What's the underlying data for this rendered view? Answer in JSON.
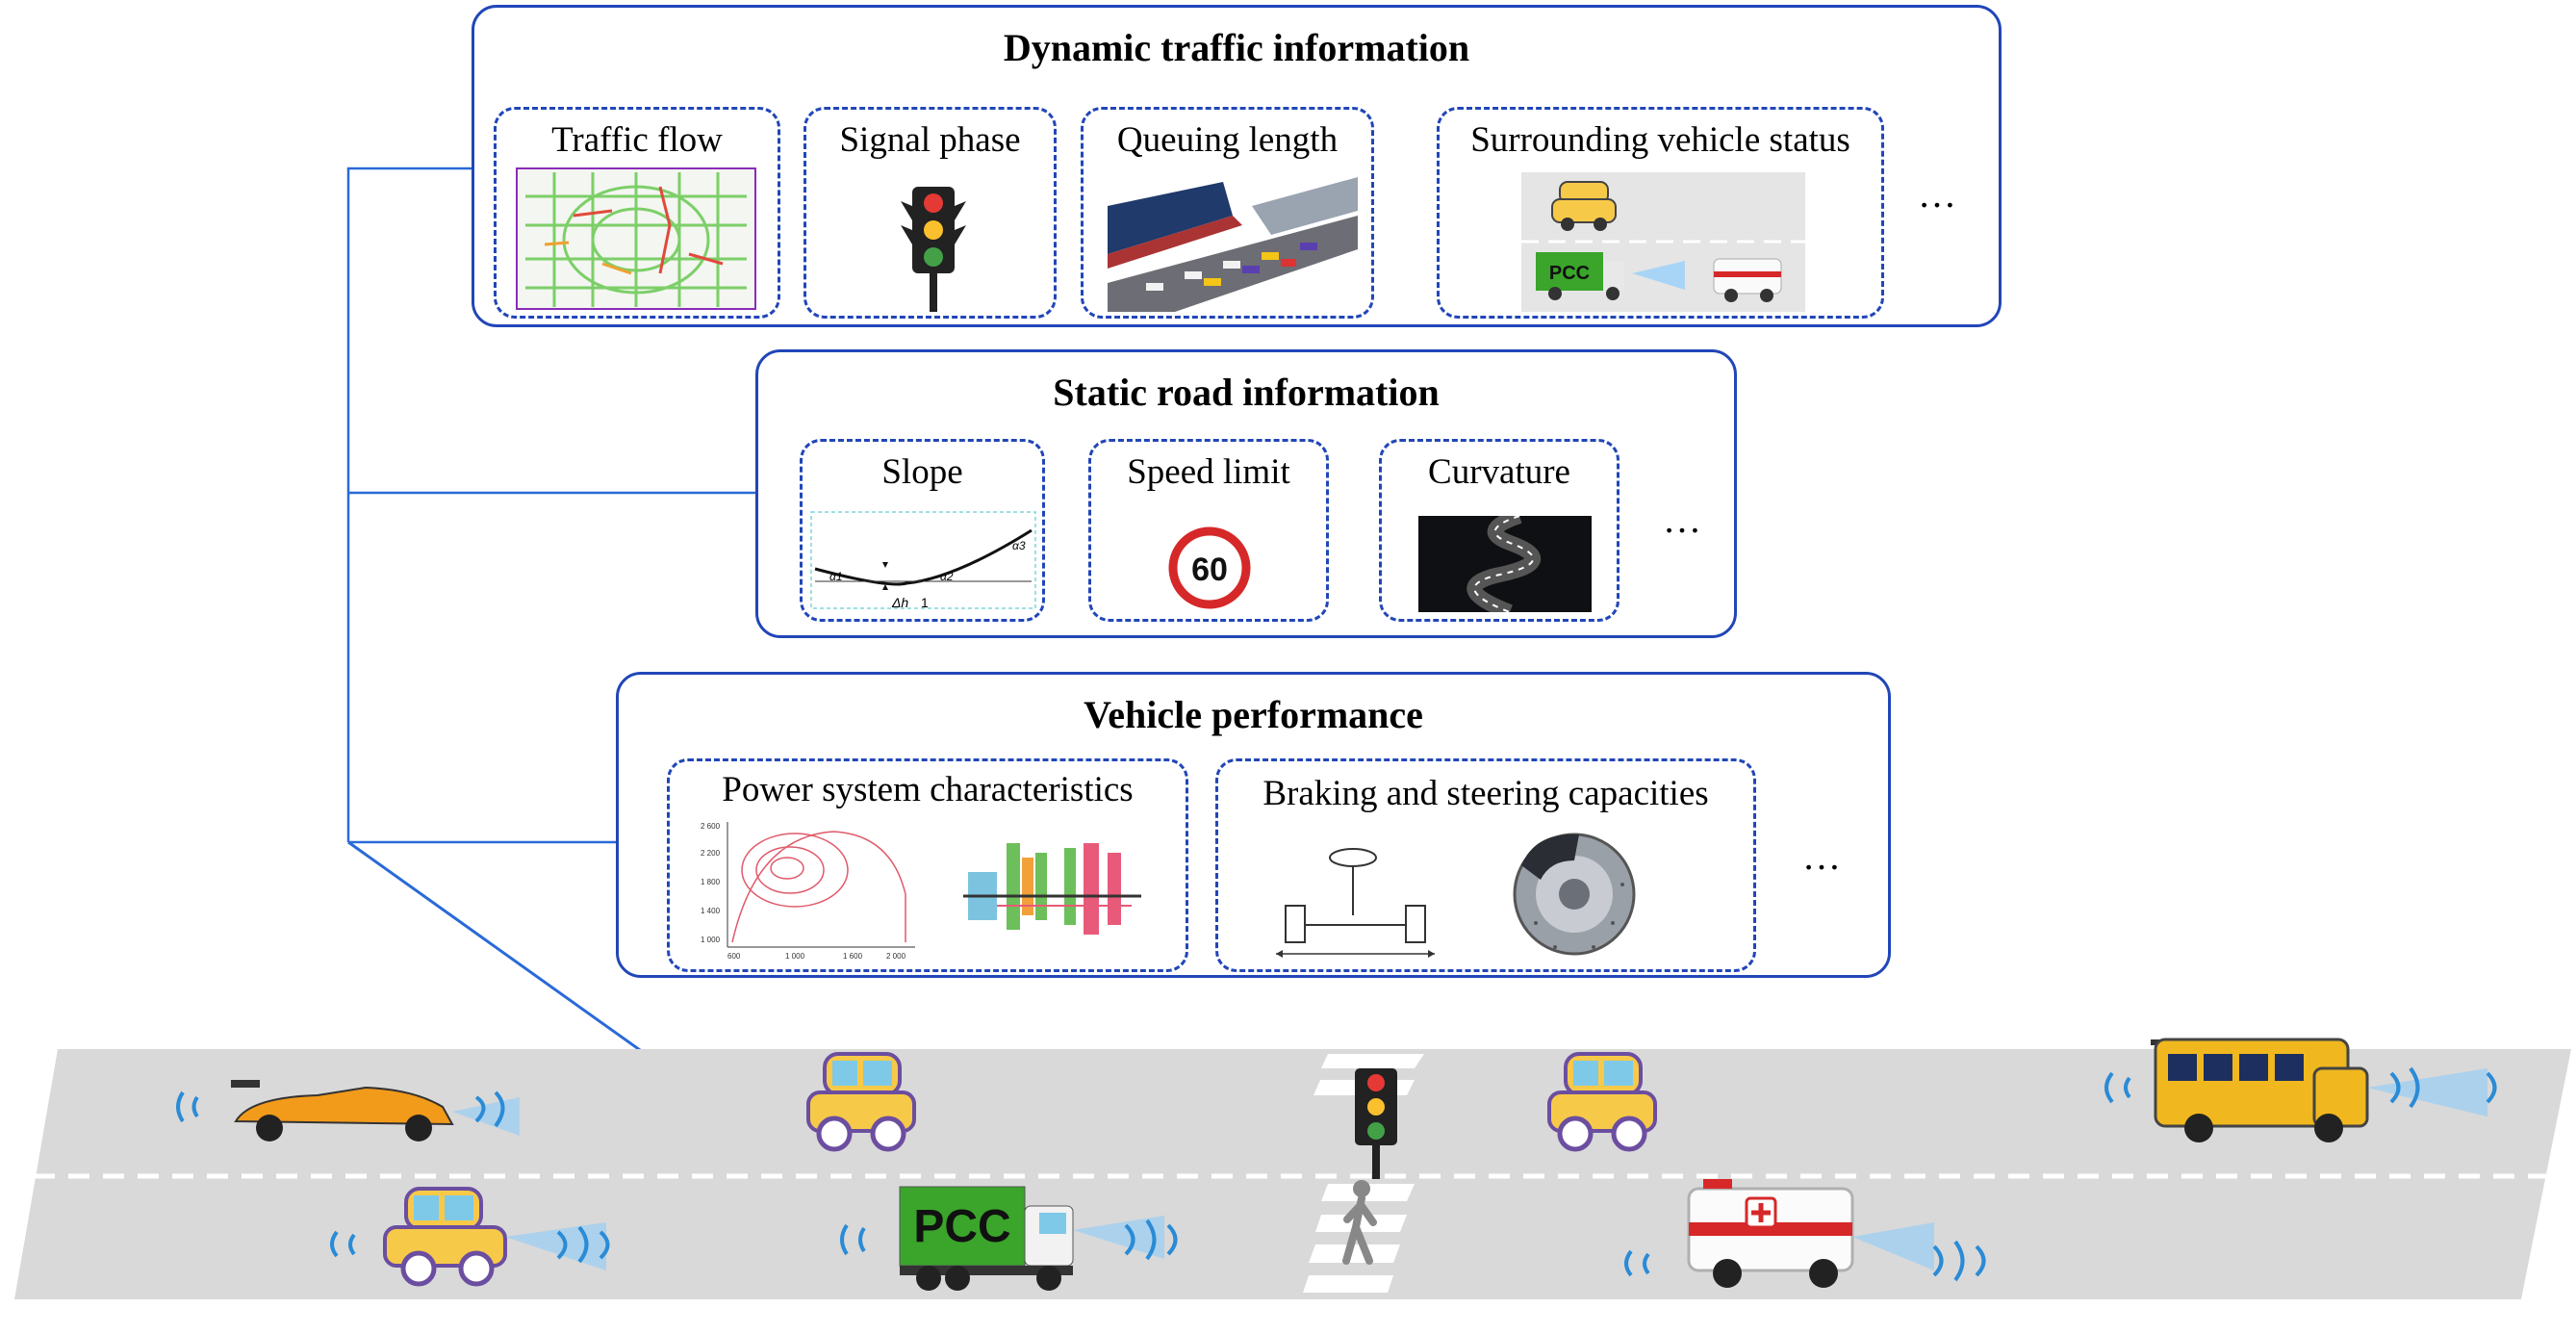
{
  "panels": {
    "dynamic": {
      "title": "Dynamic traffic information",
      "cards": [
        "Traffic flow",
        "Signal phase",
        "Queuing length",
        "Surrounding vehicle status"
      ],
      "ellipsis": "…"
    },
    "static": {
      "title": "Static road information",
      "cards": [
        "Slope",
        "Speed limit",
        "Curvature"
      ],
      "ellipsis": "…",
      "speed_sign_value": "60",
      "slope_labels": {
        "delta_h": "Δh",
        "one": "1",
        "a1": "α1",
        "a2": "α2",
        "a3": "α3"
      }
    },
    "vehicle": {
      "title": "Vehicle performance",
      "cards": [
        "Power system characteristics",
        "Braking and steering capacities"
      ],
      "ellipsis": "…"
    }
  },
  "truck_label": "PCC",
  "colors": {
    "border": "#2146b8",
    "road": "#d9d9d9",
    "car_yellow": "#f7c948",
    "pcc_green": "#3aa52a",
    "ambulance_red": "#d62828"
  }
}
